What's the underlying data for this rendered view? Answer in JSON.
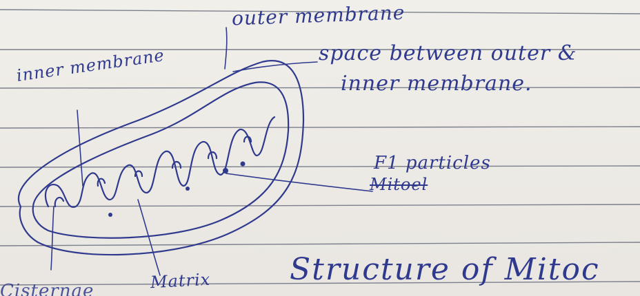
{
  "labels": {
    "outer_membrane": "outer membrane",
    "inner_membrane": "inner membrane",
    "intermembrane_space_line1": "space between outer &",
    "intermembrane_space_line2": "inner membrane.",
    "f1_particles": "F1 particles",
    "struck_text": "Mitoel",
    "matrix": "Matrix",
    "title": "Structure of Mitoc",
    "cut_off_text": "Cisternae"
  },
  "colors": {
    "ink": "#2f3a8e",
    "paper": "#ece9e4",
    "ruled_line": "#7b7f8c"
  }
}
